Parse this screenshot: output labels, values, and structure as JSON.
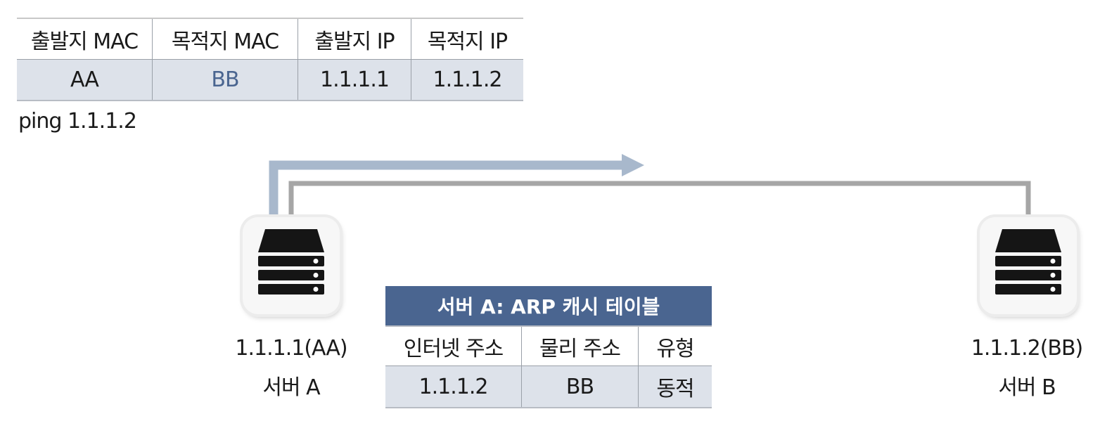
{
  "packet_header": {
    "columns": [
      "출발지 MAC",
      "목적지 MAC",
      "출발지 IP",
      "목적지 IP"
    ],
    "row": [
      "AA",
      "BB",
      "1.1.1.1",
      "1.1.1.2"
    ],
    "highlight_color": "#4a6590"
  },
  "command": "ping 1.1.1.2",
  "server_a": {
    "address": "1.1.1.1(AA)",
    "name": "서버 A",
    "icon": "server-icon"
  },
  "server_b": {
    "address": "1.1.1.2(BB)",
    "name": "서버 B",
    "icon": "server-icon"
  },
  "arp_table": {
    "title": "서버 A: ARP 캐시 테이블",
    "columns": [
      "인터넷 주소",
      "물리 주소",
      "유형"
    ],
    "row": [
      "1.1.1.2",
      "BB",
      "동적"
    ],
    "header_color": "#4a6590"
  },
  "colors": {
    "cell_fill": "#dde2ea",
    "arrow": "#a8b8cc",
    "link": "#a6a6a6"
  }
}
